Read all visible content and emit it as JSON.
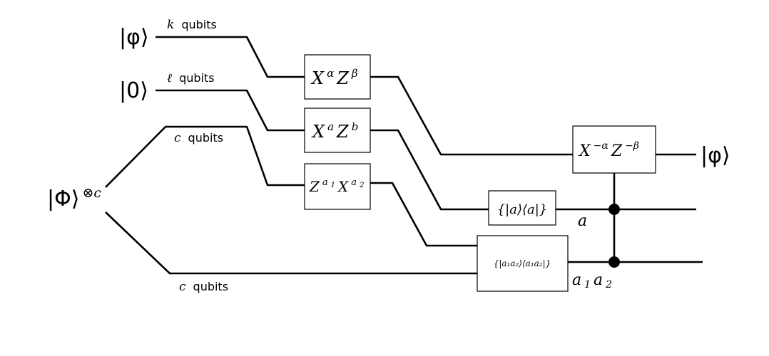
{
  "inputs": {
    "phi_state": "|φ⟩",
    "zero_state": "|0⟩",
    "bell_state": "|Φ⟩",
    "bell_exponent": "⊗c"
  },
  "wire_labels": {
    "k_var": "k",
    "l_var": "ℓ",
    "c_var": "c",
    "qubits_word": "qubits"
  },
  "gates": {
    "g1_base1": "X",
    "g1_exp1": "α",
    "g1_base2": "Z",
    "g1_exp2": "β",
    "g2_base1": "X",
    "g2_exp1": "a",
    "g2_base2": "Z",
    "g2_exp2": "b",
    "g3_base1": "Z",
    "g3_exp1": "a",
    "g3_exp1_sub": "1",
    "g3_base2": "X",
    "g3_exp2": "a",
    "g3_exp2_sub": "2",
    "meas1": "{|a⟩⟨a|}",
    "meas2": "{|a₁a₂⟩⟨a₁a₂|}",
    "corr_base1": "X",
    "corr_exp1": "−α",
    "corr_base2": "Z",
    "corr_exp2": "−β"
  },
  "outputs": {
    "phi_out": "|φ⟩",
    "a_label": "a",
    "a1a2_a": "a",
    "a1a2_sub1": "1",
    "a1a2_sub2": "2"
  }
}
